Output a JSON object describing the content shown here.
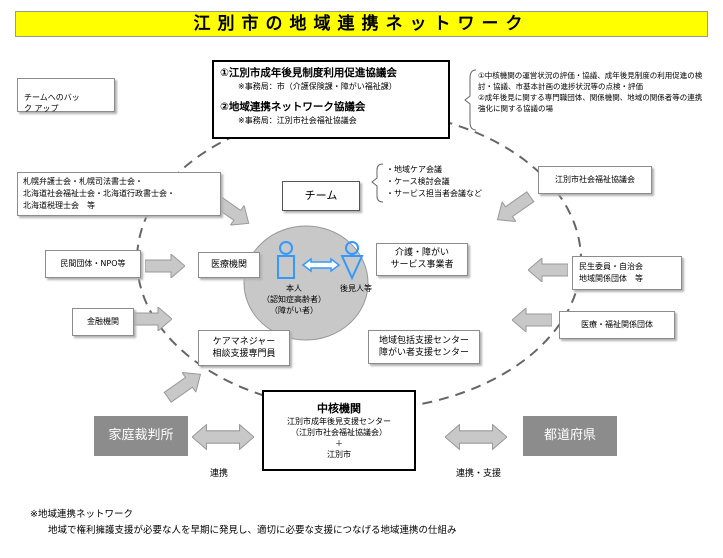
{
  "title": "江別市の地域連携ネットワーク",
  "legend": {
    "label": "チームへのバック アップ"
  },
  "councils": {
    "c1_name": "①江別市成年後見制度利用促進協議会",
    "c1_office": "※事務局：市（介護保険課・障がい福祉課）",
    "c2_name": "②地域連携ネットワーク協議会",
    "c2_office": "※事務局：江別市社会福祉協議会"
  },
  "council_notes": "①中核機関の運営状況の評価・協議、成年後見制度の利用促進の検討・協議、市基本計画の進捗状況等の点検・評価\n②成年後見に関する専門職団体、関係機関、地域の関係者等の連携強化に関する協議の場",
  "team": {
    "label": "チーム",
    "meetings": "・地域ケア会議\n・ケース検討会議\n・サービス担当者会議など",
    "person": "本人\n（認知症高齢者）\n（障がい者）",
    "guardian": "後見人等",
    "medical": "医療機関",
    "care_provider": "介護・障がい\nサービス事業者",
    "care_manager": "ケアマネジャー\n相談支援専門員",
    "support_center": "地域包括支援センター\n障がい者支援センター"
  },
  "left_orgs": {
    "professionals": "札幌弁護士会・札幌司法書士会・\n北海道社会福祉士会・北海道行政書士会・\n北海道税理士会　等",
    "npo": "民間団体・NPO等",
    "finance": "金融機関"
  },
  "right_orgs": {
    "social_welfare": "江別市社会福祉協議会",
    "volunteers": "民生委員・自治会\n地域関係団体　等",
    "medical_welfare": "医療・福祉関係団体"
  },
  "core": {
    "title": "中核機関",
    "body": "江別市成年後見支援センター\n（江別市社会福祉協議会）\n＋\n江別市"
  },
  "bottom": {
    "court": "家庭裁判所",
    "court_link": "連携",
    "prefecture": "都道府県",
    "prefecture_link": "連携・支援"
  },
  "footer": {
    "heading": "※地域連携ネットワーク",
    "text": "地域で権利擁護支援が必要な人を早期に発見し、適切に必要な支援につなげる地域連携の仕組み"
  },
  "colors": {
    "title_bg": "#ffff00",
    "arrow_fill": "#c8c8c8",
    "gray_box": "#8c8c8c",
    "team_circle": "#c8c8c8",
    "person_icon": "#3399ff"
  }
}
